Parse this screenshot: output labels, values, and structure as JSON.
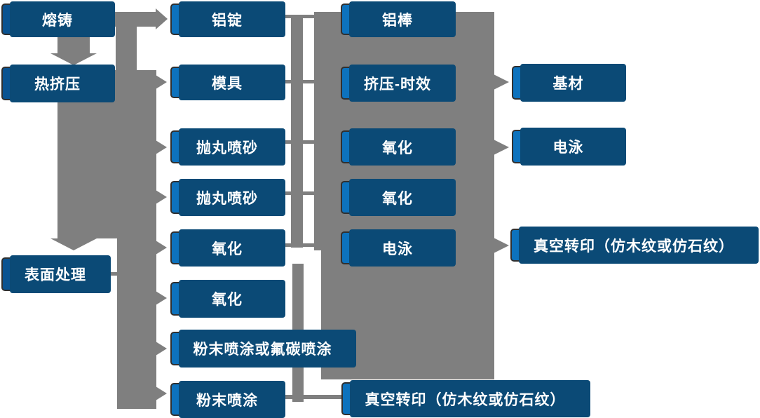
{
  "diagram": {
    "description_note": "process flowchart with blue boxes and gray connectors",
    "colors": {
      "box_primary": "#0d72bd",
      "box_dark": "#0a5391",
      "box_shadow_color": "#0b4a76",
      "connector_gray": "#7f7f7f",
      "box_border": "#303030",
      "text_color": "#ffffff"
    }
  },
  "nodes": [
    {
      "id": "melting-casting",
      "label": "熔铸"
    },
    {
      "id": "hot-extrusion",
      "label": "热挤压"
    },
    {
      "id": "surface-treatment",
      "label": "表面处理"
    },
    {
      "id": "aluminum-ingot",
      "label": "铝锭"
    },
    {
      "id": "mold",
      "label": "模具"
    },
    {
      "id": "shot-blasting-1",
      "label": "抛丸喷砂"
    },
    {
      "id": "shot-blasting-2",
      "label": "抛丸喷砂"
    },
    {
      "id": "oxidation-1",
      "label": "氧化"
    },
    {
      "id": "oxidation-2",
      "label": "氧化"
    },
    {
      "id": "powder-or-fluorocarbon-coating",
      "label": "粉末喷涂或氟碳喷涂"
    },
    {
      "id": "powder-coating",
      "label": "粉末喷涂"
    },
    {
      "id": "aluminum-rod",
      "label": "铝棒"
    },
    {
      "id": "extrusion-aging",
      "label": "挤压-时效"
    },
    {
      "id": "oxidation-3",
      "label": "氧化"
    },
    {
      "id": "oxidation-4",
      "label": "氧化"
    },
    {
      "id": "electrophoresis-1",
      "label": "电泳"
    },
    {
      "id": "vacuum-transfer-1",
      "label": "真空转印（仿木纹或仿石纹）"
    },
    {
      "id": "substrate",
      "label": "基材"
    },
    {
      "id": "electrophoresis-2",
      "label": "电泳"
    },
    {
      "id": "vacuum-transfer-2",
      "label": "真空转印（仿木纹或仿石纹）"
    }
  ]
}
